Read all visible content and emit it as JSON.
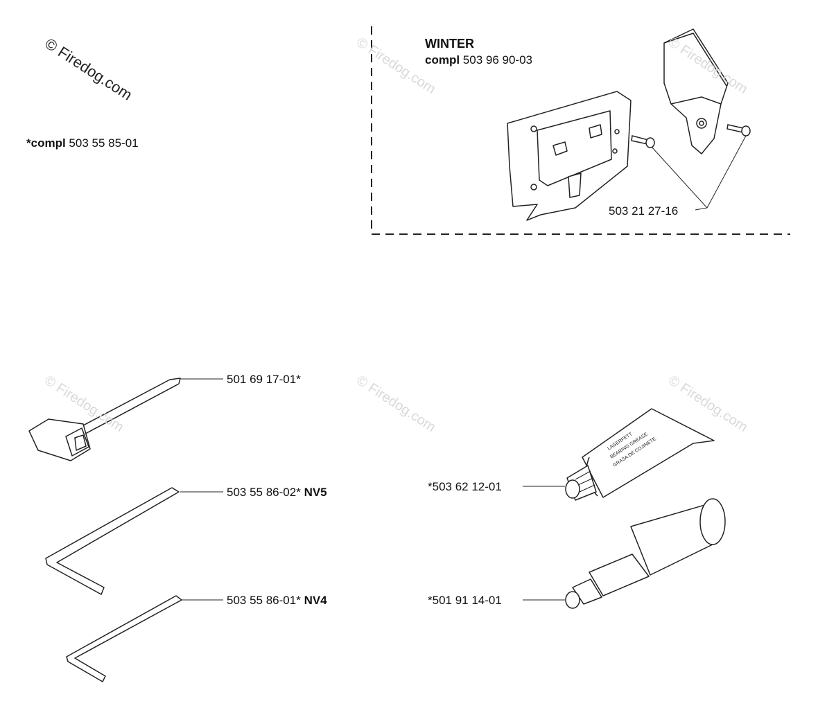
{
  "watermark": {
    "main": "© Firedog.com",
    "faint": "© Firedog.com"
  },
  "kit": {
    "prefix": "*compl",
    "number": "503 55 85-01"
  },
  "winter": {
    "title": "WINTER",
    "compl_word": "compl",
    "compl_number": "503 96 90-03",
    "screw_part": "503 21 27-16"
  },
  "parts": {
    "combi_wrench": {
      "number": "501 69 17-01*"
    },
    "hex_key_nv5": {
      "number": "503 55 86-02*",
      "size": "NV5"
    },
    "hex_key_nv4": {
      "number": "503 55 86-01*",
      "size": "NV4"
    },
    "grease_tube": {
      "number": "*503 62 12-01"
    },
    "grease_gun": {
      "number": "*501 91 14-01"
    }
  },
  "tube_text": {
    "line1": "LAGERFETT",
    "line2": "BEARING GREASE",
    "line3": "GRASA DE COJINETE"
  },
  "colors": {
    "line": "#222222",
    "watermark": "#d9d9d9"
  }
}
